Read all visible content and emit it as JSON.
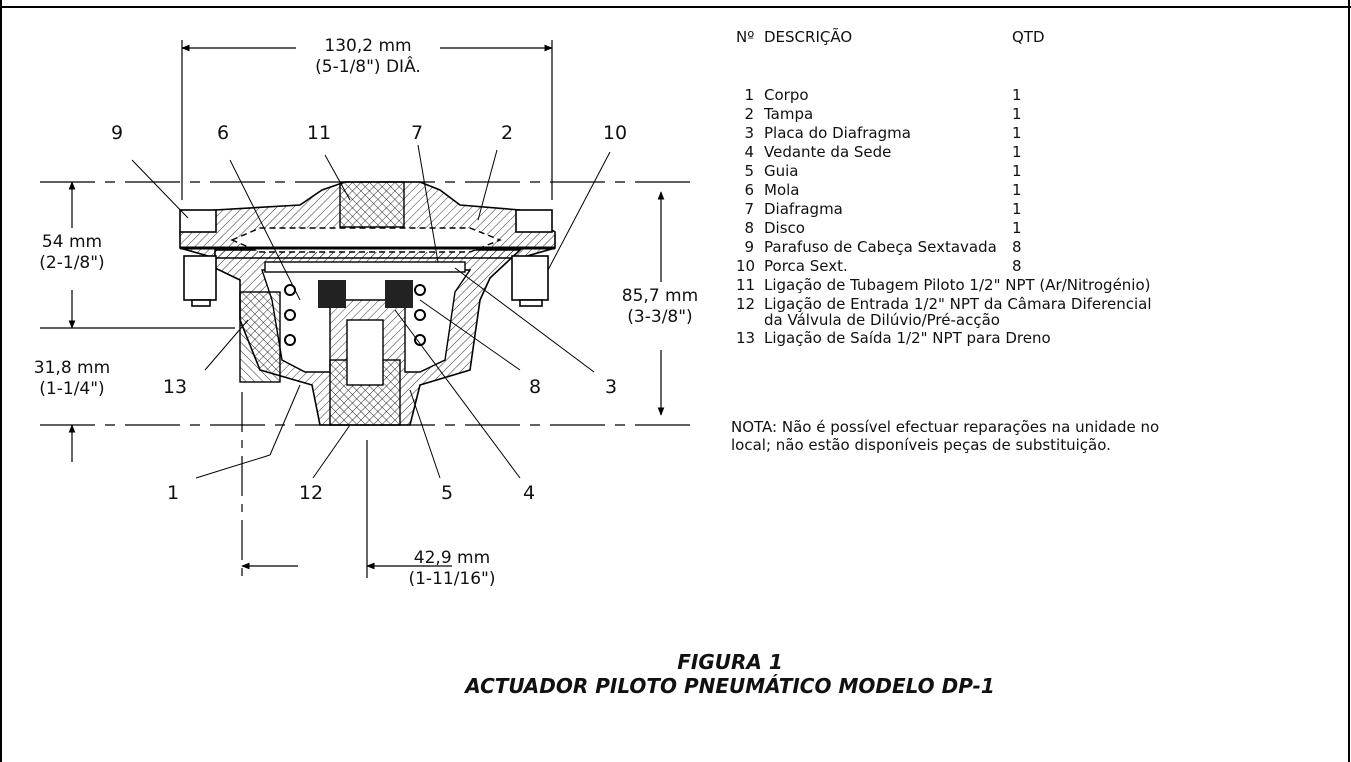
{
  "dimensions": {
    "width_top": {
      "mm": "130,2 mm",
      "in": "(5-1/8\") DIÂ."
    },
    "left_upper": {
      "mm": "54 mm",
      "in": "(2-1/8\")"
    },
    "left_lower": {
      "mm": "31,8 mm",
      "in": "(1-1/4\")"
    },
    "right_height": {
      "mm": "85,7 mm",
      "in": "(3-3/8\")"
    },
    "bottom": {
      "mm": "42,9 mm",
      "in": "(1-11/16\")"
    }
  },
  "callouts": [
    "9",
    "6",
    "11",
    "7",
    "2",
    "10",
    "13",
    "8",
    "3",
    "1",
    "12",
    "5",
    "4"
  ],
  "parts_table": {
    "header": {
      "num": "Nº",
      "desc": "DESCRIÇÃO",
      "qty": "QTD"
    },
    "rows": [
      {
        "num": "1",
        "desc": "Corpo",
        "qty": "1"
      },
      {
        "num": "2",
        "desc": "Tampa",
        "qty": "1"
      },
      {
        "num": "3",
        "desc": "Placa do Diafragma",
        "qty": "1"
      },
      {
        "num": "4",
        "desc": "Vedante da Sede",
        "qty": "1"
      },
      {
        "num": "5",
        "desc": "Guia",
        "qty": "1"
      },
      {
        "num": "6",
        "desc": "Mola",
        "qty": "1"
      },
      {
        "num": "7",
        "desc": "Diafragma",
        "qty": "1"
      },
      {
        "num": "8",
        "desc": "Disco",
        "qty": "1"
      },
      {
        "num": "9",
        "desc": "Parafuso de Cabeça Sextavada",
        "qty": "8"
      },
      {
        "num": "10",
        "desc": "Porca Sext.",
        "qty": "8"
      },
      {
        "num": "11",
        "desc": "Ligação de Tubagem Piloto 1/2\" NPT (Ar/Nitrogénio)",
        "qty": ""
      },
      {
        "num": "12",
        "desc": "Ligação de Entrada 1/2\" NPT da Câmara Diferencial",
        "desc2": "da Válvula de Dilúvio/Pré-acção",
        "qty": ""
      },
      {
        "num": "13",
        "desc": "Ligação de Saída 1/2\" NPT para Dreno",
        "qty": ""
      }
    ]
  },
  "note": "NOTA: Não é possível efectuar reparações na unidade no local; não estão disponíveis peças de substituição.",
  "caption": {
    "line1": "FIGURA 1",
    "line2": "ACTUADOR PILOTO PNEUMÁTICO MODELO DP-1"
  }
}
